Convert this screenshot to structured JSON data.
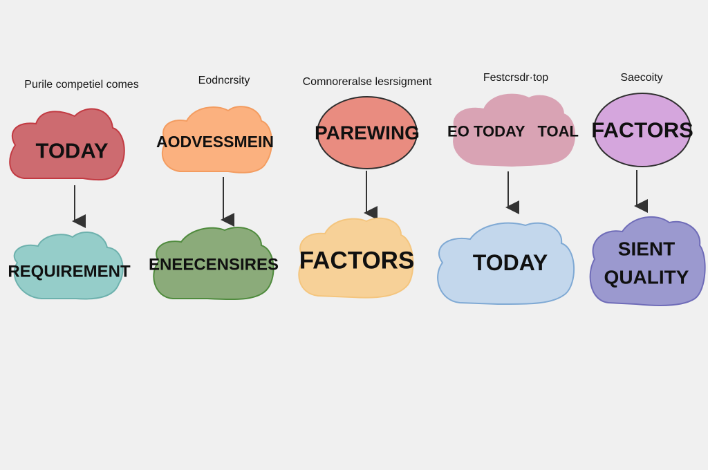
{
  "diagram": {
    "columns": [
      {
        "heading": "Purile competiel comes",
        "top": {
          "label": "TODAY",
          "shape": "cloud",
          "fill": "#cd6b70",
          "stroke": "#c23a42"
        },
        "bottom": {
          "label": "REQUIREMENT",
          "shape": "cloud",
          "fill": "#95cdc9",
          "stroke": "#6db1ad"
        }
      },
      {
        "heading": "Eodncrsity",
        "top": {
          "label": "AODVESSMEIN",
          "shape": "cloud",
          "fill": "#fbb17f",
          "stroke": "#f39c60"
        },
        "bottom": {
          "label": "ENEECENSIRES",
          "shape": "cloud",
          "fill": "#8bab7a",
          "stroke": "#4f8b3d"
        }
      },
      {
        "heading": "Comnoreralse lesrsigment",
        "top": {
          "label": "PAREWING",
          "shape": "ellipse",
          "fill": "#e98c80",
          "stroke": "#2f2f2f"
        },
        "bottom": {
          "label": "FACTORS",
          "shape": "cloud",
          "fill": "#f7d198",
          "stroke": "#f4c57e"
        }
      },
      {
        "heading": "Festcrsdr·top",
        "top": {
          "label": "EO TODAY   TOAL",
          "shape": "cloud",
          "fill": "#d9a3b4",
          "stroke": "#d9a3b4"
        },
        "bottom": {
          "label": "TODAY",
          "shape": "cloud",
          "fill": "#c3d7ec",
          "stroke": "#7fa9d4"
        }
      },
      {
        "heading": "Saecoity",
        "top": {
          "label": "FACTORS",
          "shape": "ellipse",
          "fill": "#d5a6dd",
          "stroke": "#2f2f2f"
        },
        "bottom": {
          "label": [
            "SIENT",
            "QUALITY"
          ],
          "shape": "cloud",
          "fill": "#9b99cf",
          "stroke": "#6f6cb8"
        }
      }
    ]
  }
}
